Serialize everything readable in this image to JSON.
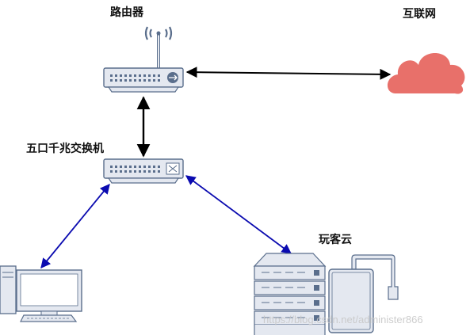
{
  "nodes": {
    "router": {
      "label": "路由器",
      "icon": "wifi-router-icon"
    },
    "internet": {
      "label": "互联网",
      "icon": "cloud-icon"
    },
    "switch": {
      "label": "五口千兆交换机",
      "icon": "network-switch-icon"
    },
    "pc": {
      "label": "",
      "icon": "desktop-computer-icon"
    },
    "wanke": {
      "label": "玩客云",
      "icon": "server-rack-icon"
    }
  },
  "connections": [
    {
      "from": "router",
      "to": "internet",
      "color": "#000000",
      "arrows": "both"
    },
    {
      "from": "router",
      "to": "switch",
      "color": "#000000",
      "arrows": "both"
    },
    {
      "from": "switch",
      "to": "pc",
      "color": "#0b0bb0",
      "arrows": "both"
    },
    {
      "from": "switch",
      "to": "wanke",
      "color": "#0b0bb0",
      "arrows": "both"
    }
  ],
  "colors": {
    "cloud": "#e8706a",
    "device_fill": "#e4e8f0",
    "device_stroke": "#5a6e8c",
    "lan_link": "#0b0bb0",
    "wan_link": "#000000"
  },
  "watermark": "https://blog.csdn.net/administer866"
}
